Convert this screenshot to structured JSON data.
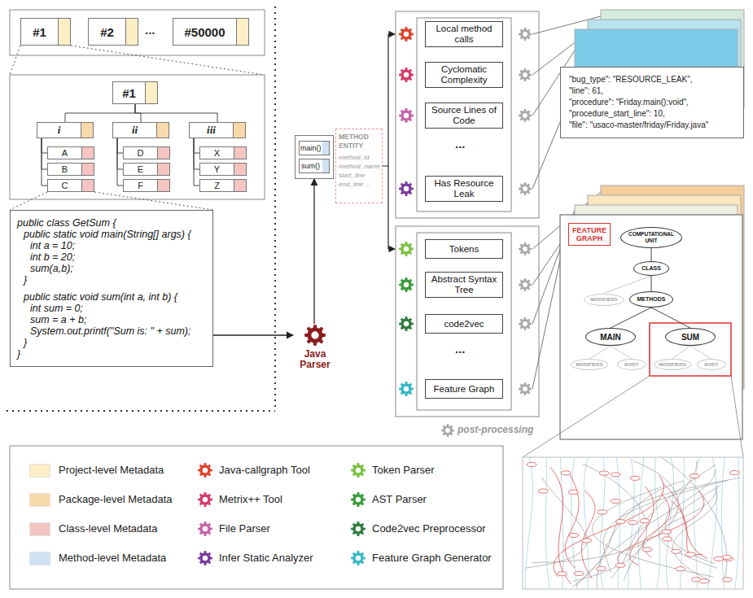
{
  "diagram": {
    "nodes": [
      {
        "text": [
          "#1"
        ]
      },
      {
        "text": [
          "#2"
        ]
      },
      {
        "text": [
          "#50000"
        ]
      },
      {
        "text": [
          "#1"
        ]
      },
      {
        "text": [
          "i"
        ]
      },
      {
        "text": [
          "ii"
        ]
      },
      {
        "text": [
          "iii"
        ]
      },
      {
        "text": [
          "A"
        ]
      },
      {
        "text": [
          "B"
        ]
      },
      {
        "text": [
          "C"
        ]
      },
      {
        "text": [
          "D"
        ]
      },
      {
        "text": [
          "E"
        ]
      },
      {
        "text": [
          "F"
        ]
      },
      {
        "text": [
          "X"
        ]
      },
      {
        "text": [
          "Y"
        ]
      },
      {
        "text": [
          "Z"
        ]
      },
      {
        "text": [
          "public class GetSum {",
          "public static void main(String[] args) {",
          "int a = 10;",
          "int b = 20;",
          "sum(a,b);",
          "}",
          "public static void sum(int a, int b) {",
          "int sum = 0;",
          "sum = a + b;",
          "System.out.printf(\"Sum is: \" + sum);",
          "}",
          "}"
        ]
      },
      {
        "text": [
          "Java Parser"
        ]
      },
      {
        "text": [
          "main()",
          "sum()"
        ]
      },
      {
        "text": [
          "METHOD ENTITY",
          "method_id",
          "method_name",
          "start_line",
          "end_line ..."
        ]
      },
      {
        "text": [
          "Local method calls"
        ]
      },
      {
        "text": [
          "Cyclomatic Complexity"
        ]
      },
      {
        "text": [
          "Source Lines of Code"
        ]
      },
      {
        "text": [
          "Has Resource Leak"
        ]
      },
      {
        "text": [
          "Tokens"
        ]
      },
      {
        "text": [
          "Abstract Syntax Tree"
        ]
      },
      {
        "text": [
          "code2vec"
        ]
      },
      {
        "text": [
          "Feature Graph"
        ]
      },
      {
        "text": [
          "\"bug_type\": \"RESOURCE_LEAK\",",
          "\"line\": 61,",
          "\"procedure\": \"Friday.main():void\",",
          "\"procedure_start_line\": 10,",
          "\"file\": \"usaco-master/friday/Friday.java\""
        ]
      },
      {
        "text": [
          "FEATURE GRAPH"
        ]
      },
      {
        "text": [
          "COMPUTATIONAL UNIT"
        ]
      },
      {
        "text": [
          "CLASS"
        ]
      },
      {
        "text": [
          "MODIFIERS"
        ]
      },
      {
        "text": [
          "METHODS"
        ]
      },
      {
        "text": [
          "MAIN"
        ]
      },
      {
        "text": [
          "SUM"
        ]
      },
      {
        "text": [
          "MODIFIERS"
        ]
      },
      {
        "text": [
          "BODY"
        ]
      },
      {
        "text": [
          "MODIFIERS"
        ]
      },
      {
        "text": [
          "BODY"
        ]
      }
    ],
    "edges": [
      {
        "from": 3,
        "to": 4,
        "arrow": "none"
      },
      {
        "from": 3,
        "to": 5,
        "arrow": "none"
      },
      {
        "from": 3,
        "to": 6,
        "arrow": "none"
      },
      {
        "from": 4,
        "to": 7,
        "arrow": "none"
      },
      {
        "from": 4,
        "to": 8,
        "arrow": "none"
      },
      {
        "from": 4,
        "to": 9,
        "arrow": "none"
      },
      {
        "from": 5,
        "to": 10,
        "arrow": "none"
      },
      {
        "from": 5,
        "to": 11,
        "arrow": "none"
      },
      {
        "from": 5,
        "to": 12,
        "arrow": "none"
      },
      {
        "from": 6,
        "to": 13,
        "arrow": "none"
      },
      {
        "from": 6,
        "to": 14,
        "arrow": "none"
      },
      {
        "from": 6,
        "to": 15,
        "arrow": "none"
      },
      {
        "from": 16,
        "to": 17,
        "arrow": "to"
      },
      {
        "from": 17,
        "to": 18,
        "arrow": "to"
      },
      {
        "from": 30,
        "to": 31,
        "arrow": "none"
      },
      {
        "from": 31,
        "to": 32,
        "arrow": "none"
      },
      {
        "from": 31,
        "to": 33,
        "arrow": "none"
      },
      {
        "from": 33,
        "to": 34,
        "arrow": "none"
      },
      {
        "from": 33,
        "to": 35,
        "arrow": "none"
      },
      {
        "from": 34,
        "to": 36,
        "arrow": "none"
      },
      {
        "from": 34,
        "to": 37,
        "arrow": "none"
      },
      {
        "from": 35,
        "to": 38,
        "arrow": "none"
      },
      {
        "from": 35,
        "to": 39,
        "arrow": "none"
      }
    ],
    "labels": [
      "...",
      "...",
      "...",
      "post-processing"
    ],
    "legend": [
      {
        "text": "Project-level Metadata",
        "color": "#fcefc5"
      },
      {
        "text": "Package-level Metadata",
        "color": "#f8d9ac"
      },
      {
        "text": "Class-level Metadata",
        "color": "#f4c5c1"
      },
      {
        "text": "Method-level Metadata",
        "color": "#cfe2f3"
      },
      {
        "text": "Java-callgraph Tool"
      },
      {
        "text": "Metrix++ Tool"
      },
      {
        "text": "File Parser"
      },
      {
        "text": "Infer Static Analyzer"
      },
      {
        "text": "Token Parser"
      },
      {
        "text": "AST Parser"
      },
      {
        "text": "Code2vec Preprocessor"
      },
      {
        "text": "Feature Graph Generator"
      }
    ]
  }
}
